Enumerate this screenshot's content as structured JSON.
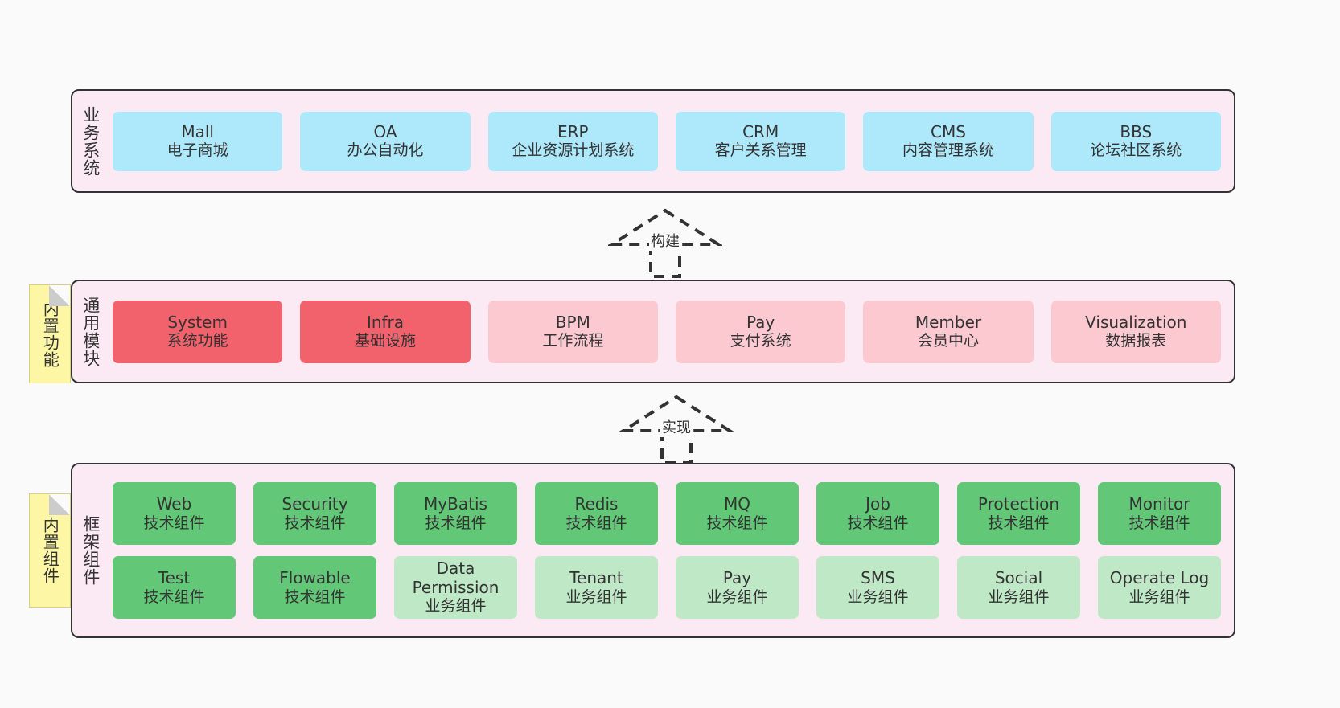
{
  "diagram": {
    "background_color": "#fafafa",
    "layer_fill": "#fbeaf4",
    "layer_border": "#333333",
    "note_fill": "#fcf6a5"
  },
  "layers": [
    {
      "id": "business",
      "title": "业务系统",
      "rows": [
        {
          "nodes": [
            {
              "name": "Mall",
              "sub": "电子商城",
              "color": "#ade8fb",
              "style": "blue"
            },
            {
              "name": "OA",
              "sub": "办公自动化",
              "color": "#ade8fb",
              "style": "blue"
            },
            {
              "name": "ERP",
              "sub": "企业资源计划系统",
              "color": "#ade8fb",
              "style": "blue"
            },
            {
              "name": "CRM",
              "sub": "客户关系管理",
              "color": "#ade8fb",
              "style": "blue"
            },
            {
              "name": "CMS",
              "sub": "内容管理系统",
              "color": "#ade8fb",
              "style": "blue"
            },
            {
              "name": "BBS",
              "sub": "论坛社区系统",
              "color": "#ade8fb",
              "style": "blue"
            }
          ]
        }
      ]
    },
    {
      "id": "modules",
      "title": "通用模块",
      "note": "内置功能",
      "rows": [
        {
          "nodes": [
            {
              "name": "System",
              "sub": "系统功能",
              "color": "#f1626c",
              "style": "red"
            },
            {
              "name": "Infra",
              "sub": "基础设施",
              "color": "#f1626c",
              "style": "red"
            },
            {
              "name": "BPM",
              "sub": "工作流程",
              "color": "#fcc9d1",
              "style": "pink"
            },
            {
              "name": "Pay",
              "sub": "支付系统",
              "color": "#fcc9d1",
              "style": "pink"
            },
            {
              "name": "Member",
              "sub": "会员中心",
              "color": "#fcc9d1",
              "style": "pink"
            },
            {
              "name": "Visualization",
              "sub": "数据报表",
              "color": "#fcc9d1",
              "style": "pink"
            }
          ]
        }
      ]
    },
    {
      "id": "framework",
      "title": "框架组件",
      "note": "内置组件",
      "rows": [
        {
          "nodes": [
            {
              "name": "Web",
              "sub": "技术组件",
              "color": "#62c878",
              "style": "green"
            },
            {
              "name": "Security",
              "sub": "技术组件",
              "color": "#62c878",
              "style": "green"
            },
            {
              "name": "MyBatis",
              "sub": "技术组件",
              "color": "#62c878",
              "style": "green"
            },
            {
              "name": "Redis",
              "sub": "技术组件",
              "color": "#62c878",
              "style": "green"
            },
            {
              "name": "MQ",
              "sub": "技术组件",
              "color": "#62c878",
              "style": "green"
            },
            {
              "name": "Job",
              "sub": "技术组件",
              "color": "#62c878",
              "style": "green"
            },
            {
              "name": "Protection",
              "sub": "技术组件",
              "color": "#62c878",
              "style": "green"
            },
            {
              "name": "Monitor",
              "sub": "技术组件",
              "color": "#62c878",
              "style": "green"
            }
          ]
        },
        {
          "nodes": [
            {
              "name": "Test",
              "sub": "技术组件",
              "color": "#62c878",
              "style": "green"
            },
            {
              "name": "Flowable",
              "sub": "技术组件",
              "color": "#62c878",
              "style": "green"
            },
            {
              "name": "Data Permission",
              "sub": "业务组件",
              "color": "#bfe8c6",
              "style": "lgreen"
            },
            {
              "name": "Tenant",
              "sub": "业务组件",
              "color": "#bfe8c6",
              "style": "lgreen"
            },
            {
              "name": "Pay",
              "sub": "业务组件",
              "color": "#bfe8c6",
              "style": "lgreen"
            },
            {
              "name": "SMS",
              "sub": "业务组件",
              "color": "#bfe8c6",
              "style": "lgreen"
            },
            {
              "name": "Social",
              "sub": "业务组件",
              "color": "#bfe8c6",
              "style": "lgreen"
            },
            {
              "name": "Operate Log",
              "sub": "业务组件",
              "color": "#bfe8c6",
              "style": "lgreen"
            }
          ]
        }
      ]
    }
  ],
  "arrows": [
    {
      "id": "build",
      "label": "构建",
      "direction": "up",
      "style": "dashed-hollow"
    },
    {
      "id": "realize",
      "label": "实现",
      "direction": "up",
      "style": "dashed-hollow"
    }
  ]
}
